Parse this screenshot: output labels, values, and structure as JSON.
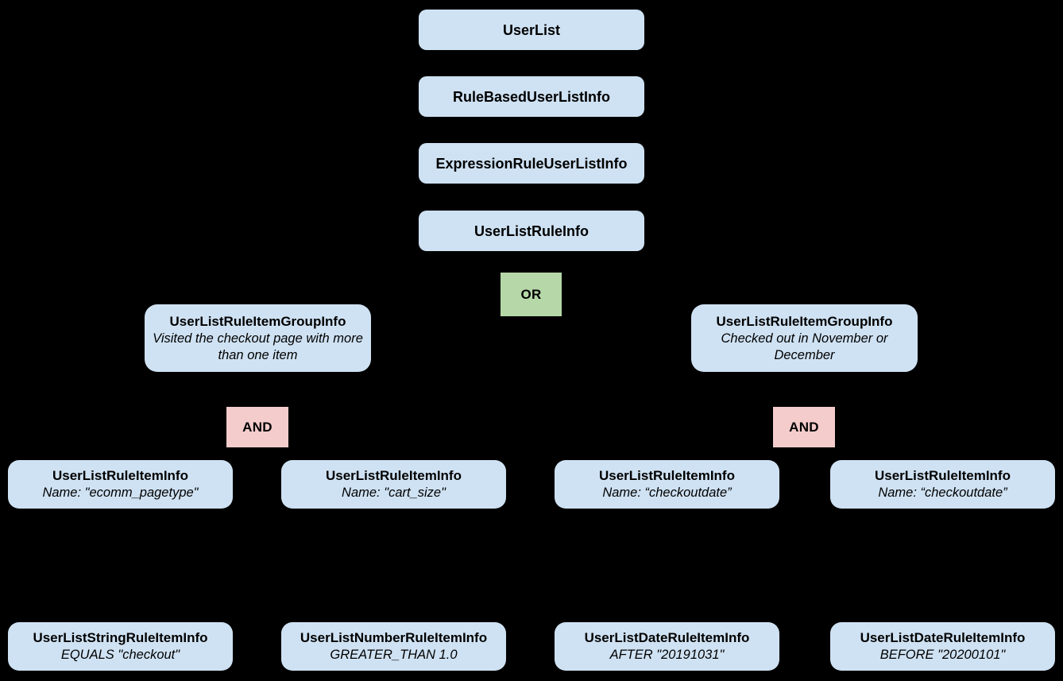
{
  "colors": {
    "background": "#000000",
    "node_fill": "#cfe2f3",
    "or_fill": "#b6d7a8",
    "and_fill": "#f4cccc",
    "text": "#000000"
  },
  "nodes": {
    "chain": [
      {
        "label": "UserList"
      },
      {
        "label": "RuleBasedUserListInfo"
      },
      {
        "label": "ExpressionRuleUserListInfo"
      },
      {
        "label": "UserListRuleInfo"
      }
    ],
    "or": {
      "label": "OR"
    },
    "ands": [
      {
        "label": "AND"
      },
      {
        "label": "AND"
      }
    ],
    "groups": [
      {
        "title": "UserListRuleItemGroupInfo",
        "subtitle": "Visited the checkout page with more than one item"
      },
      {
        "title": "UserListRuleItemGroupInfo",
        "subtitle": "Checked out in November or December"
      }
    ],
    "rule_items": [
      {
        "title": "UserListRuleItemInfo",
        "subtitle": "Name: \"ecomm_pagetype\""
      },
      {
        "title": "UserListRuleItemInfo",
        "subtitle": "Name: \"cart_size\""
      },
      {
        "title": "UserListRuleItemInfo",
        "subtitle": "Name: “checkoutdate”"
      },
      {
        "title": "UserListRuleItemInfo",
        "subtitle": "Name: “checkoutdate”"
      }
    ],
    "leaves": [
      {
        "title": "UserListStringRuleItemInfo",
        "subtitle": "EQUALS \"checkout\""
      },
      {
        "title": "UserListNumberRuleItemInfo",
        "subtitle": "GREATER_THAN 1.0"
      },
      {
        "title": "UserListDateRuleItemInfo",
        "subtitle": "AFTER \"20191031\""
      },
      {
        "title": "UserListDateRuleItemInfo",
        "subtitle": "BEFORE \"20200101\""
      }
    ]
  }
}
